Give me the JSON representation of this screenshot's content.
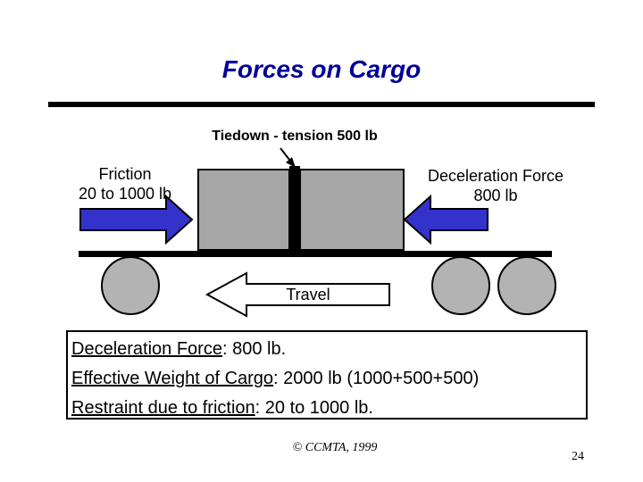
{
  "title": "Forces on Cargo",
  "tiedown_label": "Tiedown - tension 500 lb",
  "friction_label": {
    "line1": "Friction",
    "line2": "20 to 1000 lb"
  },
  "deceleration_label": {
    "line1": "Deceleration Force",
    "line2": "800 lb"
  },
  "travel_label": "Travel",
  "info": [
    {
      "term": "Deceleration Force",
      "value": ": 800 lb."
    },
    {
      "term": "Effective Weight of Cargo",
      "value": ": 2000 lb (1000+500+500)"
    },
    {
      "term": "Restraint due to friction",
      "value": ": 20 to 1000 lb."
    }
  ],
  "copyright": "© CCMTA, 1999",
  "page_number": "24",
  "colors": {
    "title": "#000099",
    "arrow": "#3333cc",
    "cargo": "#a6a6a6",
    "wheel": "#b3b3b3"
  }
}
